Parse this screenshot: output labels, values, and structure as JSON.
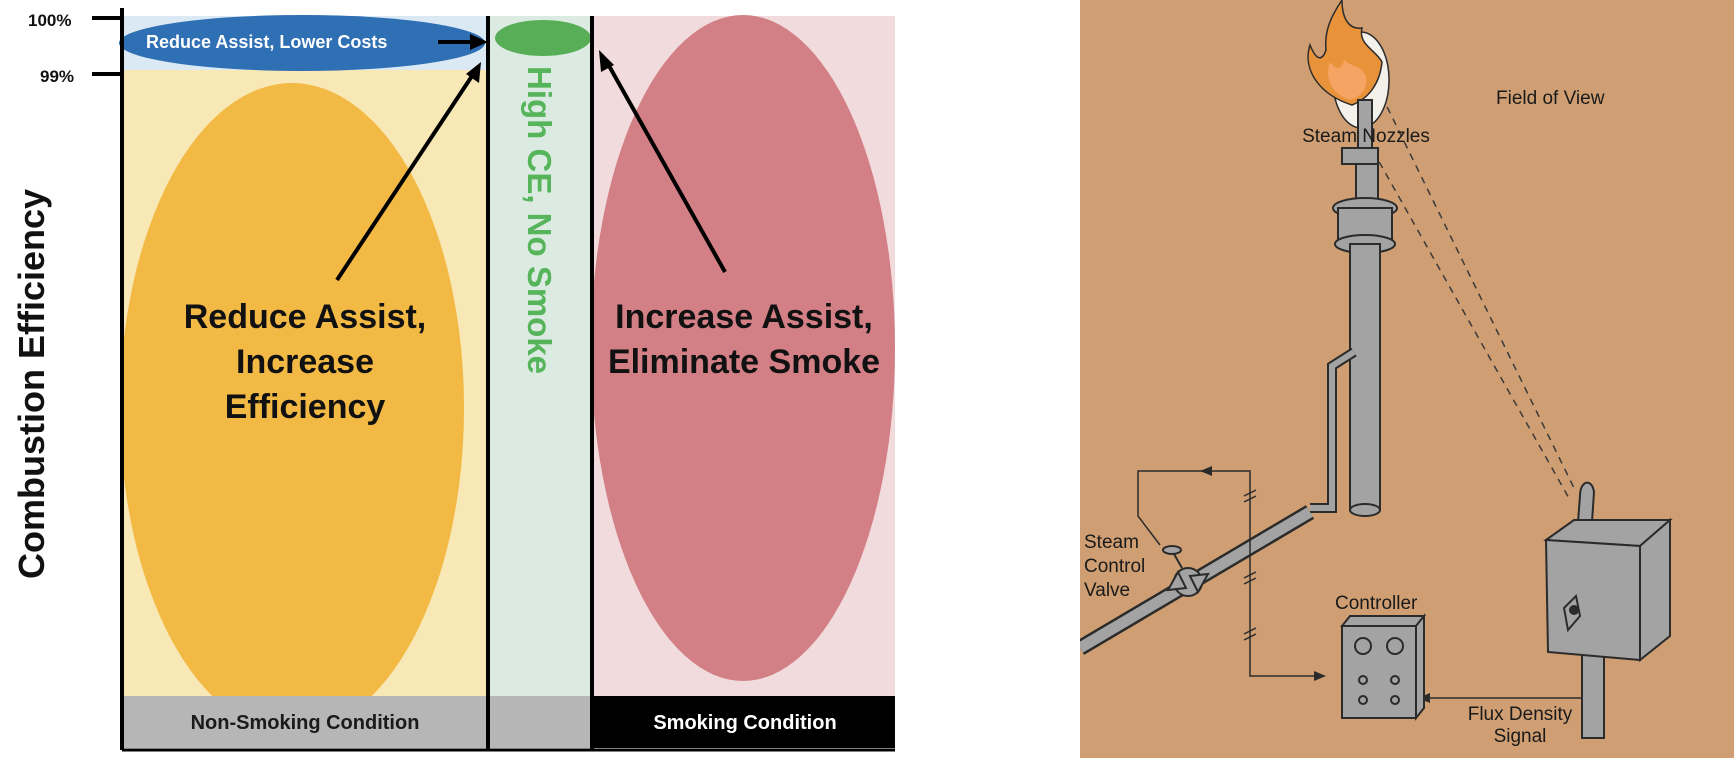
{
  "left_diagram": {
    "y_axis_label": "Combustion Efficiency",
    "ticks": [
      "100%",
      "99%"
    ],
    "top_ellipse_label": "Reduce Assist, Lower Costs",
    "left_region_label": [
      "Reduce Assist,",
      "Increase",
      "Efficiency"
    ],
    "middle_region_label": "High CE, No Smoke",
    "right_region_label": [
      "Increase Assist,",
      "Eliminate Smoke"
    ],
    "left_condition": "Non-Smoking Condition",
    "right_condition": "Smoking Condition",
    "colors": {
      "pale_yellow": "#f8e8b5",
      "orange_ellipse": "#f2b945",
      "pale_green": "#dcebe1",
      "green_ellipse": "#58ad57",
      "pale_pink": "#f1dbdc",
      "red_ellipse": "#d27f85",
      "blue_ellipse": "#2f6fb4",
      "blue_band": "#dbe9f4",
      "gray_bar": "#b6b6b6",
      "black_bar": "#000000"
    }
  },
  "right_diagram": {
    "labels": {
      "steam_nozzles": "Steam Nozzles",
      "field_of_view": "Field of View",
      "steam_control_valve": [
        "Steam",
        "Control",
        "Valve"
      ],
      "controller": "Controller",
      "flux_density_signal": [
        "Flux Density",
        "Signal"
      ]
    },
    "colors": {
      "background": "#cf9f73",
      "equipment": "#a3a3a3",
      "outline": "#2b2b2b",
      "flame_outer": "#e8923a",
      "flame_inner": "#f5a463",
      "view_disc": "#f4f1ea"
    }
  }
}
